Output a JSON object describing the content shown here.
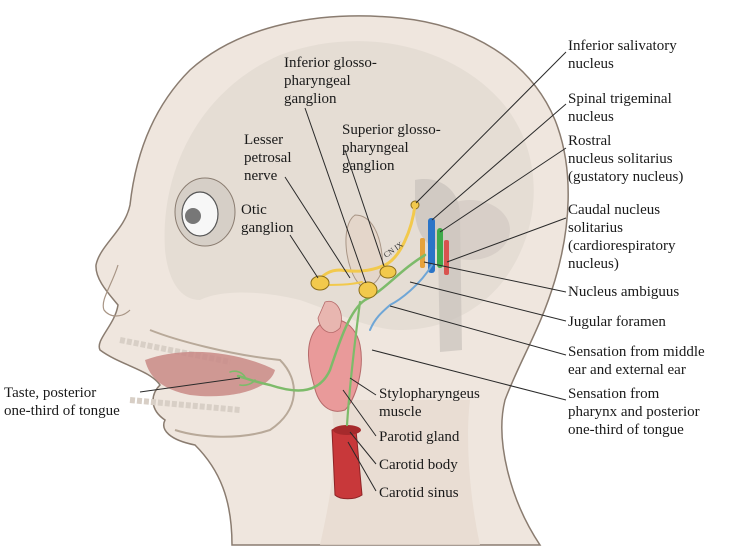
{
  "labels": {
    "inferior_glosso_ganglion": [
      "Inferior glosso-",
      "pharyngeal",
      "ganglion"
    ],
    "lesser_petrosal_nerve": [
      "Lesser",
      "petrosal",
      "nerve"
    ],
    "superior_glosso_ganglion": [
      "Superior glosso-",
      "pharyngeal",
      "ganglion"
    ],
    "otic_ganglion": [
      "Otic",
      "ganglion"
    ],
    "inferior_salivatory_nucleus": [
      "Inferior salivatory",
      "nucleus"
    ],
    "spinal_trigeminal_nucleus": [
      "Spinal trigeminal",
      "nucleus"
    ],
    "rostral_nucleus_solitarius": [
      "Rostral",
      "nucleus solitarius",
      "(gustatory nucleus)"
    ],
    "caudal_nucleus_solitarius": [
      "Caudal nucleus",
      "solitarius",
      "(cardiorespiratory",
      "nucleus)"
    ],
    "nucleus_ambiguus": [
      "Nucleus ambiguus"
    ],
    "jugular_foramen": [
      "Jugular foramen"
    ],
    "sensation_middle_ear": [
      "Sensation from middle",
      "ear and external ear"
    ],
    "sensation_pharynx": [
      "Sensation from",
      "pharynx and posterior",
      "one-third of tongue"
    ],
    "taste_posterior": [
      "Taste, posterior",
      "one-third of tongue"
    ],
    "stylopharyngeus_muscle": [
      "Stylopharyngeus",
      "muscle"
    ],
    "parotid_gland": [
      "Parotid gland"
    ],
    "carotid_body": [
      "Carotid body"
    ],
    "carotid_sinus": [
      "Carotid sinus"
    ],
    "cn_ix": "CN IX"
  },
  "colors": {
    "skin": "#efe6de",
    "skin_shadow": "#d9c9bc",
    "skull": "#ddd5cc",
    "nerve": "#f2c94c",
    "nerve_green": "#7dbb6a",
    "nerve_blue": "#6fa6d6",
    "gland": "#e99a9a",
    "artery": "#c8383a",
    "nucleus_blue": "#2a74c7",
    "nucleus_green": "#3faa4a",
    "nucleus_red": "#d9534f",
    "leader": "#2a2a2a"
  }
}
